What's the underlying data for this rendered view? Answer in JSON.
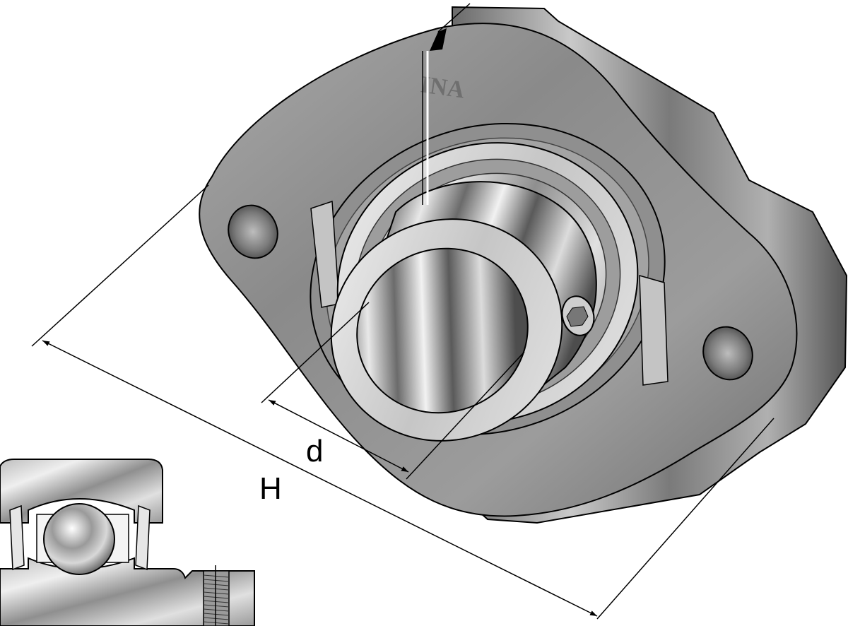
{
  "brand": {
    "text": "INA"
  },
  "dimensions": {
    "bore": {
      "label": "d"
    },
    "height": {
      "label": "H"
    }
  },
  "palette": {
    "housing": "#8c8c8c",
    "housing_dark": "#5e5e5e",
    "housing_light": "#b5b5b5",
    "ring": "#d9d9d9",
    "steel_dark": "#4a4a4a",
    "outline": "#000000",
    "background": "#ffffff"
  },
  "icons": [
    "flanged-bearing-housing",
    "insert-bearing-cross-section"
  ]
}
